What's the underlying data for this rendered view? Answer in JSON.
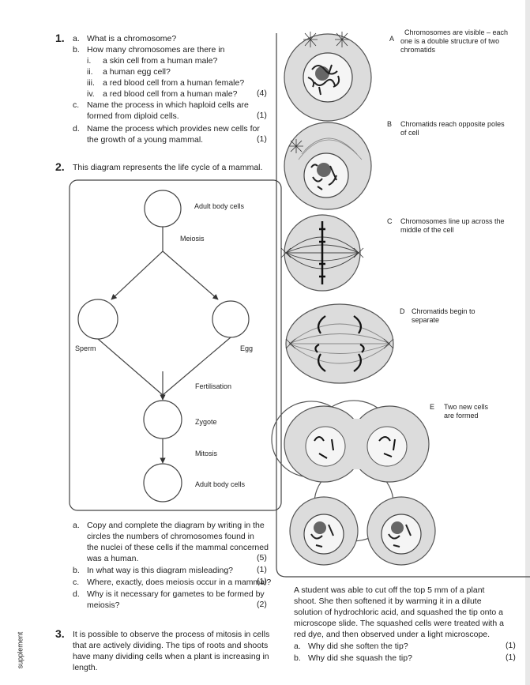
{
  "q1": {
    "number": "1.",
    "a": {
      "label": "a.",
      "text": "What is a chromosome?"
    },
    "b": {
      "label": "b.",
      "text": "How many chromosomes are there in",
      "items": [
        {
          "label": "i.",
          "text": "a skin cell from a human male?"
        },
        {
          "label": "ii.",
          "text": "a human egg cell?"
        },
        {
          "label": "iii.",
          "text": "a red blood cell from a human female?"
        },
        {
          "label": "iv.",
          "text": "a red blood cell from a human male?",
          "marks": "(4)"
        }
      ]
    },
    "c": {
      "label": "c.",
      "line1": "Name the process in which haploid cells are",
      "line2": "formed from diploid cells.",
      "marks": "(1)"
    },
    "d": {
      "label": "d.",
      "line1": "Name the process which provides new cells for",
      "line2": "the growth of a young mammal.",
      "marks": "(1)"
    }
  },
  "q2": {
    "number": "2.",
    "intro": "This diagram represents the life cycle of a mammal.",
    "diagram": {
      "adult_top": "Adult body cells",
      "meiosis": "Meiosis",
      "sperm": "Sperm",
      "egg": "Egg",
      "fertilisation": "Fertilisation",
      "zygote": "Zygote",
      "mitosis": "Mitosis",
      "adult_bottom": "Adult body cells"
    },
    "a": {
      "label": "a.",
      "lines": [
        "Copy and complete the diagram by writing in the",
        "circles the numbers of chromosomes found in",
        "the nuclei of these cells if the mammal concerned",
        "was a human."
      ],
      "marks": "(5)"
    },
    "b": {
      "label": "b.",
      "text": "In what way is this diagram misleading?",
      "marks": "(1)"
    },
    "c": {
      "label": "c.",
      "text": "Where, exactly, does meiosis occur in a mammal?",
      "marks": "(1)"
    },
    "d": {
      "label": "d.",
      "line1": "Why is it necessary for gametes to be formed by",
      "line2": "meiosis?",
      "marks": "(2)"
    }
  },
  "q3": {
    "number": "3.",
    "lines": [
      "It is possible to observe the process of mitosis in cells",
      "that are actively dividing. The tips of roots and shoots",
      "have many dividing cells when a plant is increasing in",
      "length."
    ]
  },
  "stages": {
    "A": {
      "letter": "A",
      "lines": [
        "Chromosomes are visible – each",
        "one is a double structure of two",
        "chromatids"
      ]
    },
    "B": {
      "letter": "B",
      "lines": [
        "Chromatids reach opposite poles",
        "of cell"
      ]
    },
    "C": {
      "letter": "C",
      "lines": [
        "Chromosomes line up across the",
        "middle of the cell"
      ]
    },
    "D": {
      "letter": "D",
      "lines": [
        "Chromatids begin to",
        "separate"
      ]
    },
    "E": {
      "letter": "E",
      "lines": [
        "Two new cells",
        "are formed"
      ]
    }
  },
  "right_text": {
    "lines": [
      "A student was able to cut off the top 5 mm of a plant",
      "shoot. She then softened it by warming it in a dilute",
      "solution of hydrochloric acid, and squashed the tip onto a",
      "microscope slide. The squashed cells were treated with a",
      "red dye, and then observed under a light microscope."
    ],
    "a": {
      "label": "a.",
      "text": "Why did she soften the tip?",
      "marks": "(1)"
    },
    "b": {
      "label": "b.",
      "text": "Why did she squash the tip?",
      "marks": "(1)"
    }
  },
  "sidebar_label": "supplement"
}
